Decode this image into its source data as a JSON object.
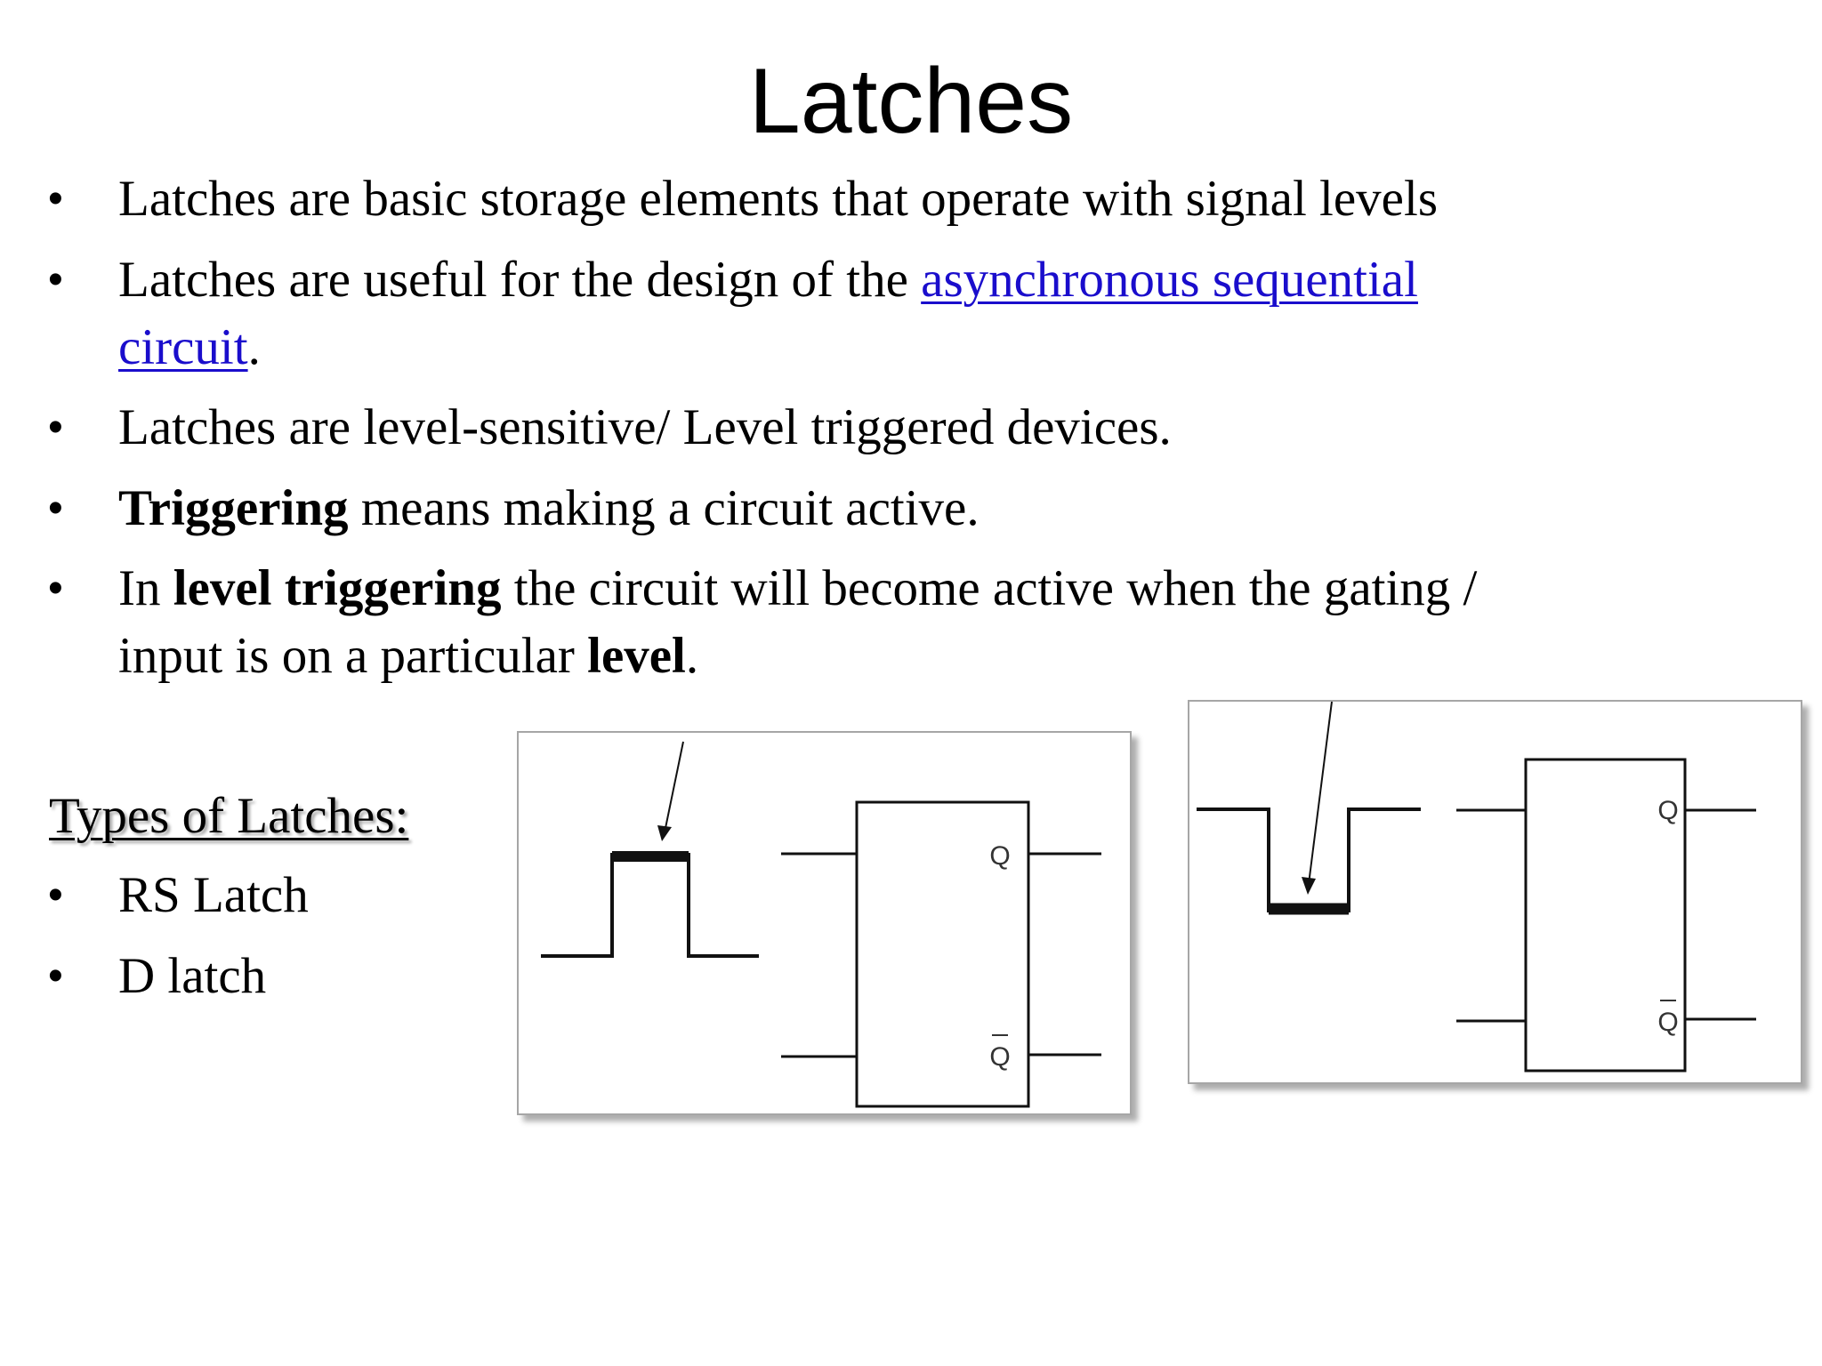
{
  "slide": {
    "title": "Latches",
    "bullets": {
      "b1": {
        "text": "Latches are basic storage elements that operate with signal levels"
      },
      "b2": {
        "before": "Latches are useful for the design of the ",
        "link": "asynchronous sequential",
        "link2": "circuit",
        "after": "."
      },
      "b3": {
        "text": "Latches are level-sensitive/ Level triggered devices."
      },
      "b4": {
        "bold": "Triggering",
        "after": " means making a circuit active."
      },
      "b5": {
        "t1": "In ",
        "bold1": "level triggering",
        "t2": " the circuit will become active when the gating /",
        "t3": "input is on a particular ",
        "bold2": "level",
        "t4": "."
      }
    },
    "types": {
      "heading": "Types of Latches:",
      "items": [
        "RS Latch",
        "D latch"
      ]
    },
    "figures": {
      "positive_level": {
        "q": "Q",
        "qbar": "Q"
      },
      "negative_level": {
        "q": "Q",
        "qbar": "Q"
      }
    },
    "colors": {
      "link": "#1a0dcc",
      "text": "#000000"
    }
  }
}
